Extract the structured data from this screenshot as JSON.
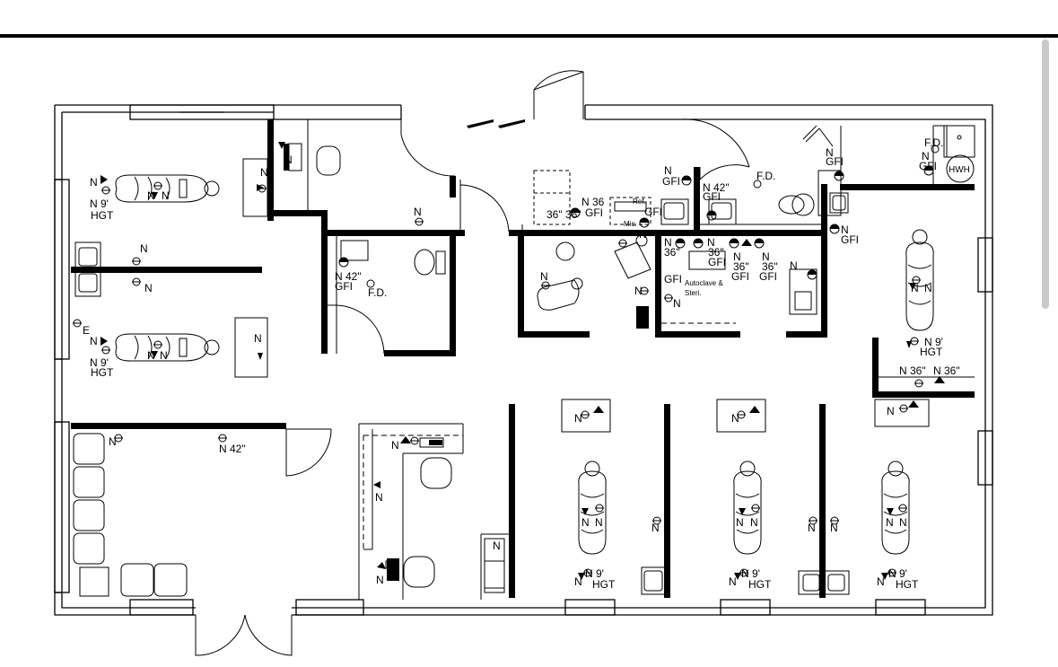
{
  "plan": {
    "labels": {
      "N": "N",
      "GFI": "GFI",
      "E": "E",
      "F.D.": "F.D.",
      "HWH": "HWH",
      "N 9'": "N 9'",
      "HGT": "HGT",
      "N 42\"": "N 42\"",
      "36\"": "36\"",
      "N 36\"": "N 36\"",
      "N 36": "N 36",
      "Ref.": "Ref.",
      "Mic.": "Mic.",
      "Autoclave &": "Autoclave &",
      "Steri.": "Steri."
    },
    "colors": {
      "wall": "#000000",
      "line": "#000000",
      "background": "#ffffff",
      "scrollbar": "#c9c9c9"
    }
  }
}
